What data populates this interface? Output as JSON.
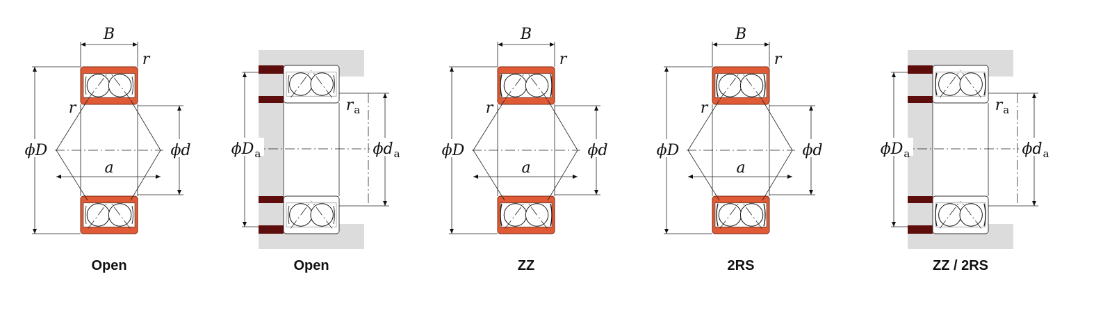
{
  "colors": {
    "ring": "#e05a35",
    "ring_edge": "#7a2a14",
    "housing": "#dcdcdc",
    "shaft_shoulder": "#5e0d0d",
    "ball_fill": "#ffffff",
    "line": "#111111"
  },
  "symbols": {
    "phi": "ϕ",
    "outer_dia": "D",
    "bore": "d",
    "width": "B",
    "fillet": "r",
    "contact": "a",
    "housing_dia": "D",
    "shaft_dia": "d",
    "abutment_fillet": "r",
    "subscript_a": "a"
  },
  "panels": [
    {
      "id": "open-bearing",
      "type": "bearing",
      "seal": "none",
      "caption": "Open"
    },
    {
      "id": "open-mounting",
      "type": "mounting",
      "seal": "none",
      "caption": "Open"
    },
    {
      "id": "zz-bearing",
      "type": "bearing",
      "seal": "shield",
      "caption": "ZZ"
    },
    {
      "id": "2rs-bearing",
      "type": "bearing",
      "seal": "rubber",
      "caption": "2RS"
    },
    {
      "id": "zz-2rs-mounting",
      "type": "mounting",
      "seal": "shield",
      "caption": "ZZ / 2RS"
    }
  ]
}
